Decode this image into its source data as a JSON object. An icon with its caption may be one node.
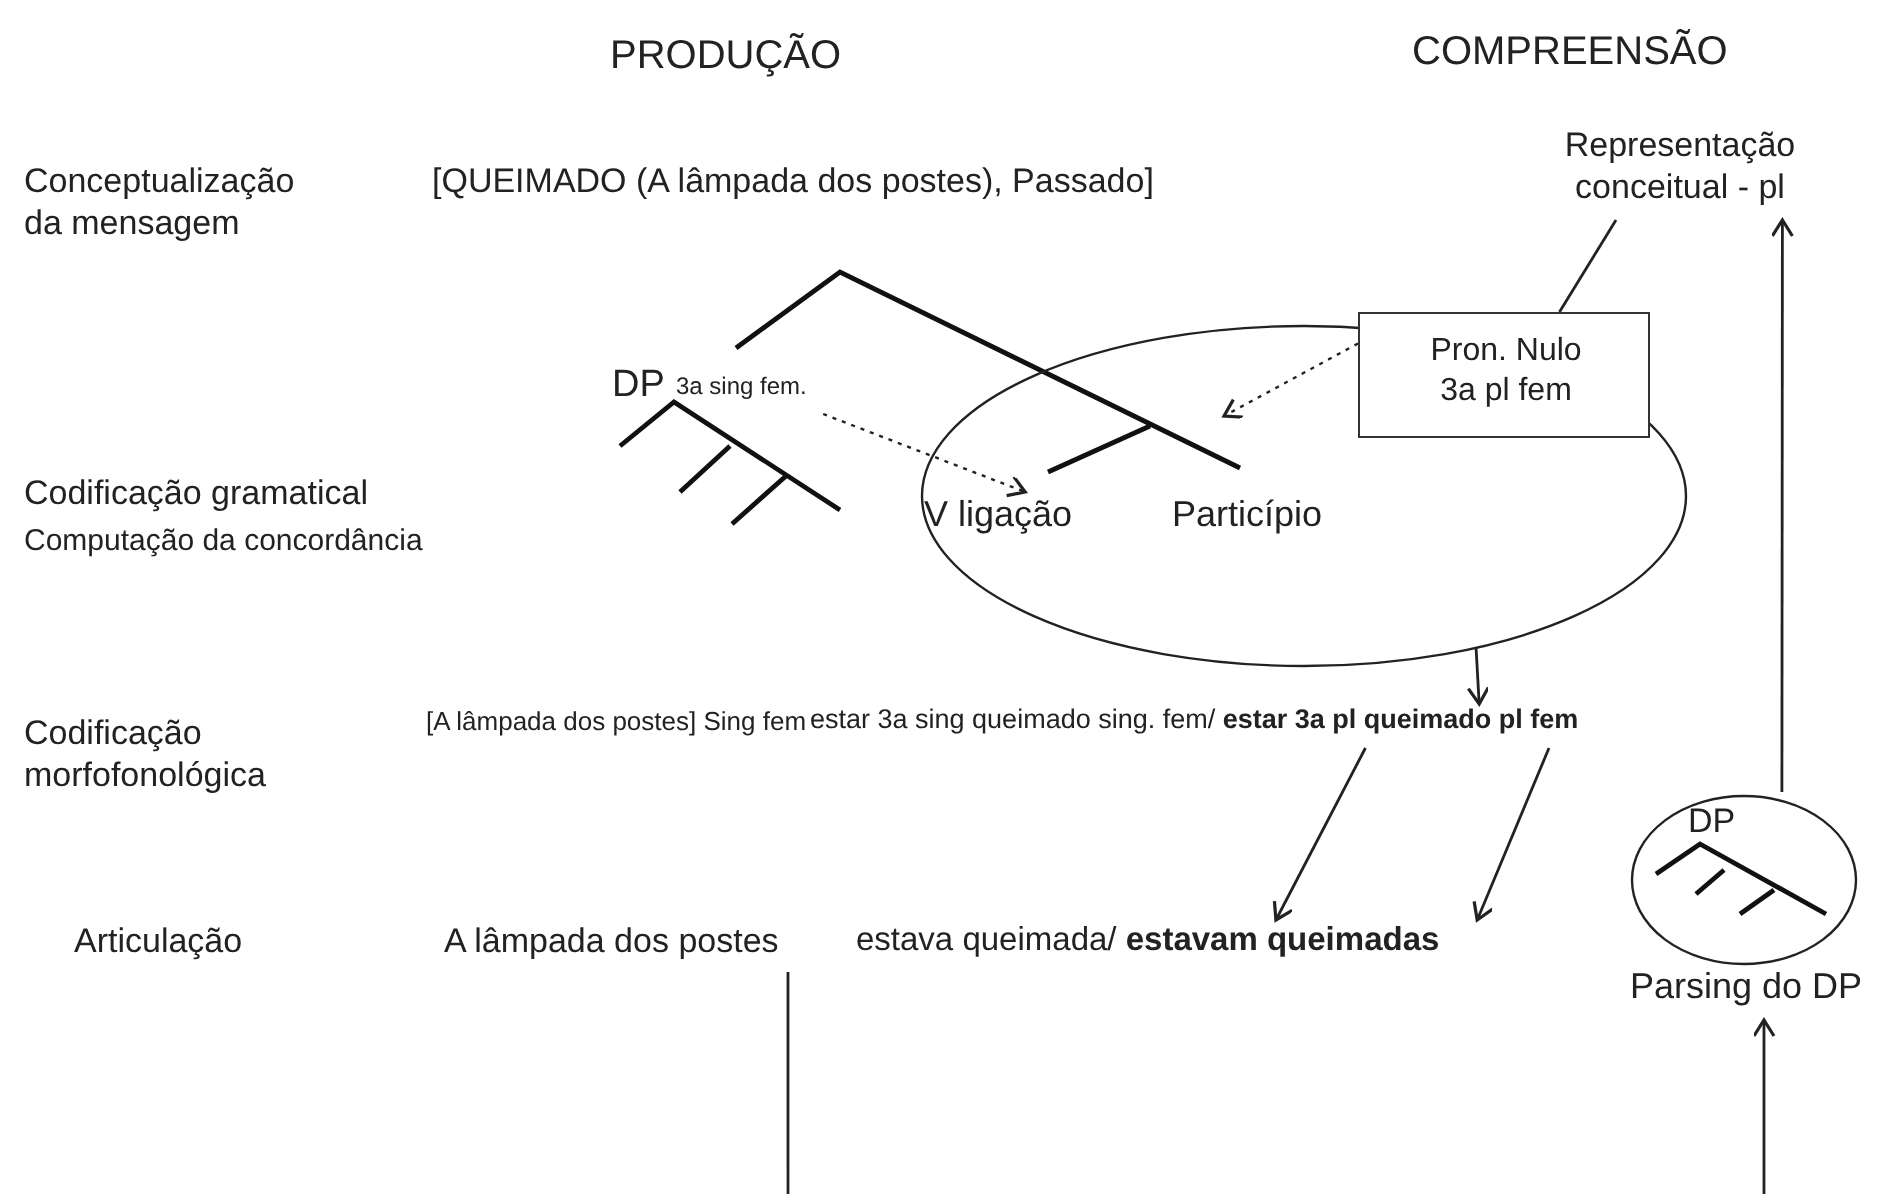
{
  "diagram": {
    "nodes": [
      {
        "text": [
          "Representação conceitual - pl"
        ]
      },
      {
        "text": [
          "DP",
          "3a sing fem."
        ]
      },
      {
        "text": [],
        "shape": "ellipse"
      },
      {
        "text": [
          "V ligação"
        ],
        "in": 2
      },
      {
        "text": [
          "Particípio"
        ],
        "in": 2
      },
      {
        "text": [
          "Pron. Nulo 3a pl fem"
        ]
      },
      {
        "text": [
          "estar 3a sing queimado sing. fem/ **estar 3a pl  queimado pl fem**"
        ]
      },
      {
        "text": [
          "estava queimada/ **estavam queimadas**"
        ]
      },
      {
        "text": [
          "A lâmpada dos postes"
        ]
      },
      {
        "text": [
          "DP",
          "Parsing do DP"
        ]
      }
    ],
    "edges": [
      {
        "from": 1,
        "to": 3,
        "arrow": "to",
        "style": "dashed"
      },
      {
        "from": 5,
        "to": null,
        "arrow": "to",
        "style": "dashed"
      },
      {
        "from": 0,
        "to": 5,
        "arrow": "none"
      },
      {
        "from": 2,
        "to": 6,
        "arrow": "to"
      },
      {
        "from": 6,
        "to": 7,
        "arrow": "to"
      },
      {
        "from": 6,
        "to": 7,
        "arrow": "to"
      },
      {
        "from": 9,
        "to": 0,
        "arrow": "to"
      },
      {
        "from": null,
        "to": 9,
        "arrow": "to"
      },
      {
        "from": 8,
        "to": null,
        "arrow": "none"
      }
    ],
    "labels": [
      "PRODUÇÃO",
      "COMPREENSÃO",
      "Conceptualização da mensagem",
      "[QUEIMADO (A lâmpada dos postes), Passado]",
      "Codificação gramatical",
      "Computação da concordância",
      "Codificação morfofonológica",
      "[A lâmpada dos postes] Sing fem",
      "Articulação"
    ]
  }
}
